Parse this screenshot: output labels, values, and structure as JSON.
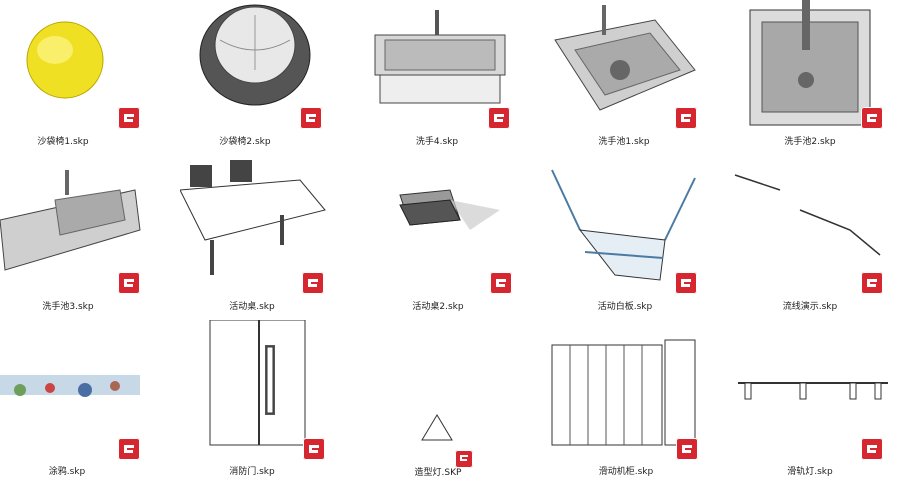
{
  "files": [
    {
      "name": "沙袋椅1.skp",
      "icon": "sketchup-file-icon"
    },
    {
      "name": "沙袋椅2.skp",
      "icon": "sketchup-file-icon"
    },
    {
      "name": "洗手4.skp",
      "icon": "sketchup-file-icon"
    },
    {
      "name": "洗手池1.skp",
      "icon": "sketchup-file-icon"
    },
    {
      "name": "洗手池2.skp",
      "icon": "sketchup-file-icon"
    },
    {
      "name": "洗手池3.skp",
      "icon": "sketchup-file-icon"
    },
    {
      "name": "活动桌.skp",
      "icon": "sketchup-file-icon"
    },
    {
      "name": "活动桌2.skp",
      "icon": "sketchup-file-icon"
    },
    {
      "name": "活动白板.skp",
      "icon": "sketchup-file-icon"
    },
    {
      "name": "流线演示.skp",
      "icon": "sketchup-file-icon"
    },
    {
      "name": "涂鸦.skp",
      "icon": "sketchup-file-icon"
    },
    {
      "name": "消防门.skp",
      "icon": "sketchup-file-icon"
    },
    {
      "name": "造型灯.SKP",
      "icon": "sketchup-file-icon"
    },
    {
      "name": "滑动机柜.skp",
      "icon": "sketchup-file-icon"
    },
    {
      "name": "滑轨灯.skp",
      "icon": "sketchup-file-icon"
    }
  ],
  "colors": {
    "badge": "#d6262f",
    "background": "#ffffff"
  }
}
